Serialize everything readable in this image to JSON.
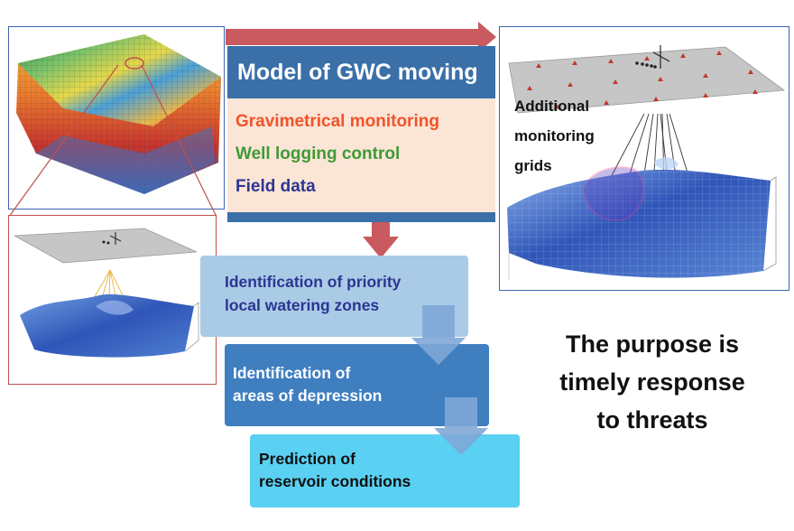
{
  "model_box": {
    "title": "Model of GWC moving",
    "items": [
      {
        "text": "Gravimetrical monitoring",
        "color": "#f0542a"
      },
      {
        "text": "Well logging control",
        "color": "#3f9a36"
      },
      {
        "text": "Field data",
        "color": "#2c3592"
      }
    ]
  },
  "right_image": {
    "annotation_lines": [
      "Additional",
      "monitoring",
      "grids"
    ]
  },
  "flow_steps": [
    {
      "lines": [
        "Identification of priority",
        "local watering zones"
      ]
    },
    {
      "lines": [
        "Identification of",
        "areas of depression"
      ]
    },
    {
      "lines": [
        "Prediction of",
        "reservoir conditions"
      ]
    }
  ],
  "purpose": {
    "lines": [
      "The purpose is",
      "timely response",
      "to threats"
    ]
  },
  "colors": {
    "arrow_red": "#c95a5f",
    "header_blue": "#3a6fa8",
    "panel_peach": "#fbe5d6",
    "step1": "#a9cbe6",
    "step2": "#3f7fc0",
    "step3": "#5ad0f2",
    "connector_blue": "#7fa7d6",
    "frame_blue": "#3c64b4",
    "frame_red": "#c0504d"
  }
}
